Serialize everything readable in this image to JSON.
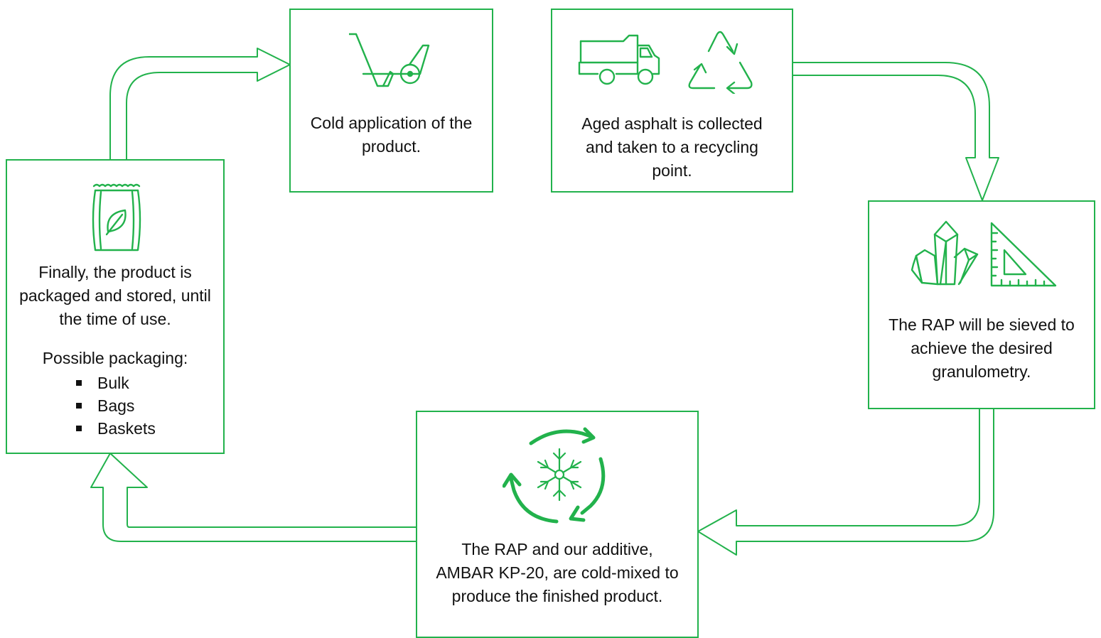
{
  "diagram": {
    "accent_color": "#22b24c",
    "steps": {
      "cold_application": {
        "text": "Cold application of the product.",
        "icons": [
          "wheelbarrow-icon"
        ]
      },
      "collection": {
        "text": "Aged asphalt is collected and taken to a recycling point.",
        "icons": [
          "dump-truck-icon",
          "recycle-icon"
        ]
      },
      "sieving": {
        "text": "The RAP will be sieved to achieve the desired granulometry.",
        "icons": [
          "crystals-icon",
          "set-square-icon"
        ]
      },
      "mixing": {
        "text": "The RAP and our additive, AMBAR KP-20, are cold-mixed to produce the finished product.",
        "icons": [
          "cycle-snowflake-icon"
        ]
      },
      "packaging": {
        "text": "Finally, the product is packaged and stored, until the time of use.",
        "list_title": "Possible packaging:",
        "list_items": [
          "Bulk",
          "Bags",
          "Baskets"
        ],
        "icons": [
          "eco-bag-icon"
        ]
      }
    }
  }
}
